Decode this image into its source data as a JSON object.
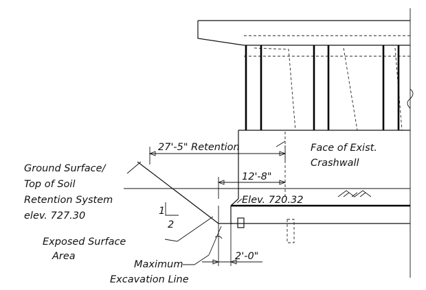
{
  "labels": {
    "retention_dim": "27'-5\" Retention",
    "face_line1": "Face of Exist.",
    "face_line2": "Crashwall",
    "ground_line1": "Ground Surface/",
    "ground_line2": "Top of Soil",
    "ground_line3": "Retention System",
    "ground_line4": "elev. 727.30",
    "dim_12_8": "12'-8\"",
    "elev_720": "Elev. 720.32",
    "slope_num": "1",
    "slope_den": "2",
    "exposed_line1": "Exposed Surface",
    "exposed_line2": "Area",
    "dim_2_0": "2'-0\"",
    "max_line1": "Maximum",
    "max_line2": "Excavation Line"
  }
}
